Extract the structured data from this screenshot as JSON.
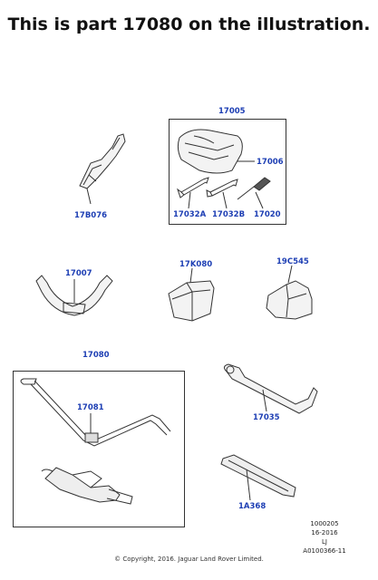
{
  "heading": "This is part 17080 on the illustration.",
  "parts": {
    "p17005": "17005",
    "p17006": "17006",
    "p17032A": "17032A",
    "p17032B": "17032B",
    "p17020": "17020",
    "p17B076": "17B076",
    "p17007": "17007",
    "p17K080": "17K080",
    "p19C545": "19C545",
    "p17080": "17080",
    "p17081": "17081",
    "p17035": "17035",
    "p1A368": "1A368"
  },
  "meta": {
    "line1": "1000205",
    "line2": "16-2016",
    "line3": "LJ",
    "line4": "A0100366-11"
  },
  "copyright": "© Copyright, 2016. Jaguar Land Rover Limited.",
  "colors": {
    "label": "#1e3fb4",
    "line": "#333333"
  }
}
